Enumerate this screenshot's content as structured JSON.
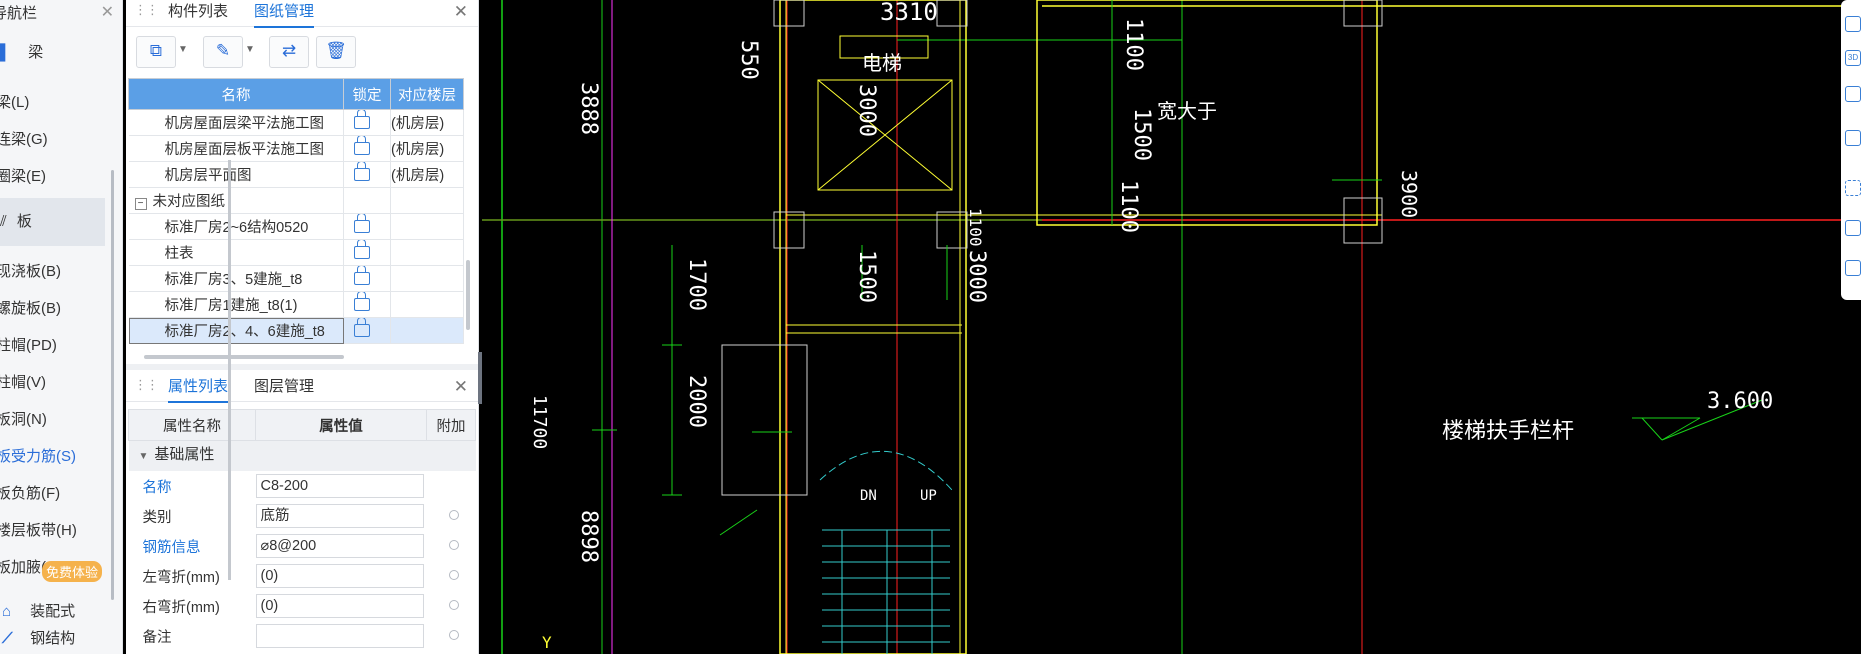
{
  "nav": {
    "title": "导航栏",
    "items": [
      {
        "label": "梁",
        "icon": "beam-icon"
      },
      {
        "label": "梁(L)"
      },
      {
        "label": "连梁(G)"
      },
      {
        "label": "圈梁(E)"
      },
      {
        "label": "板",
        "icon": "slab-icon"
      },
      {
        "label": "现浇板(B)"
      },
      {
        "label": "螺旋板(B)"
      },
      {
        "label": "柱帽(PD)"
      },
      {
        "label": "柱帽(V)"
      },
      {
        "label": "板洞(N)"
      },
      {
        "label": "板受力筋(S)"
      },
      {
        "label": "板负筋(F)"
      },
      {
        "label": "楼层板带(H)"
      },
      {
        "label": "板加腋(B)"
      },
      {
        "label": "装配式",
        "icon": "prefab-icon"
      },
      {
        "label": "钢结构",
        "icon": "steel-icon"
      }
    ],
    "badge": "免费体验"
  },
  "drawingPanel": {
    "tabs": [
      "构件列表",
      "图纸管理"
    ],
    "table": {
      "headers": [
        "名称",
        "锁定",
        "对应楼层"
      ],
      "rows": [
        {
          "name": "机房屋面层梁平法施工图",
          "floor": "(机房层)",
          "type": "child"
        },
        {
          "name": "机房屋面层板平法施工图",
          "floor": "(机房层)",
          "type": "child"
        },
        {
          "name": "机房层平面图",
          "floor": "(机房层)",
          "type": "child"
        },
        {
          "name": "未对应图纸",
          "floor": "",
          "type": "group"
        },
        {
          "name": "标准厂房2~6结构0520",
          "floor": "",
          "type": "child"
        },
        {
          "name": "柱表",
          "floor": "",
          "type": "child"
        },
        {
          "name": "标准厂房3、5建施_t8",
          "floor": "",
          "type": "child"
        },
        {
          "name": "标准厂房1建施_t8(1)",
          "floor": "",
          "type": "child"
        },
        {
          "name": "标准厂房2、4、6建施_t8",
          "floor": "",
          "type": "child"
        }
      ]
    }
  },
  "propPanel": {
    "tabs": [
      "属性列表",
      "图层管理"
    ],
    "headers": [
      "属性名称",
      "属性值",
      "附加"
    ],
    "section": "基础属性",
    "rows": [
      {
        "name": "名称",
        "value": "C8-200",
        "link": true
      },
      {
        "name": "类别",
        "value": "底筋",
        "link": false
      },
      {
        "name": "钢筋信息",
        "value": "⌀8@200",
        "link": true
      },
      {
        "name": "左弯折(mm)",
        "value": "(0)",
        "link": false
      },
      {
        "name": "右弯折(mm)",
        "value": "(0)",
        "link": false
      },
      {
        "name": "备注",
        "value": "",
        "link": false
      }
    ]
  },
  "canvas": {
    "dims": [
      "550",
      "3310",
      "1100",
      "3888",
      "3000",
      "1500",
      "1700",
      "1500",
      "3000",
      "1100",
      "2000",
      "8898",
      "1100",
      "11700",
      "3900"
    ],
    "labels": [
      "电梯",
      "宽大于",
      "3.600",
      "楼梯扶手栏杆",
      "DN",
      "UP",
      "Y"
    ],
    "colors": {
      "grid_red": "#ff2020",
      "grid_green": "#19d219",
      "wall_yellow": "#ffff33",
      "magenta": "#ff33ff",
      "cyan": "#33cccc",
      "white": "#ffffff"
    }
  }
}
